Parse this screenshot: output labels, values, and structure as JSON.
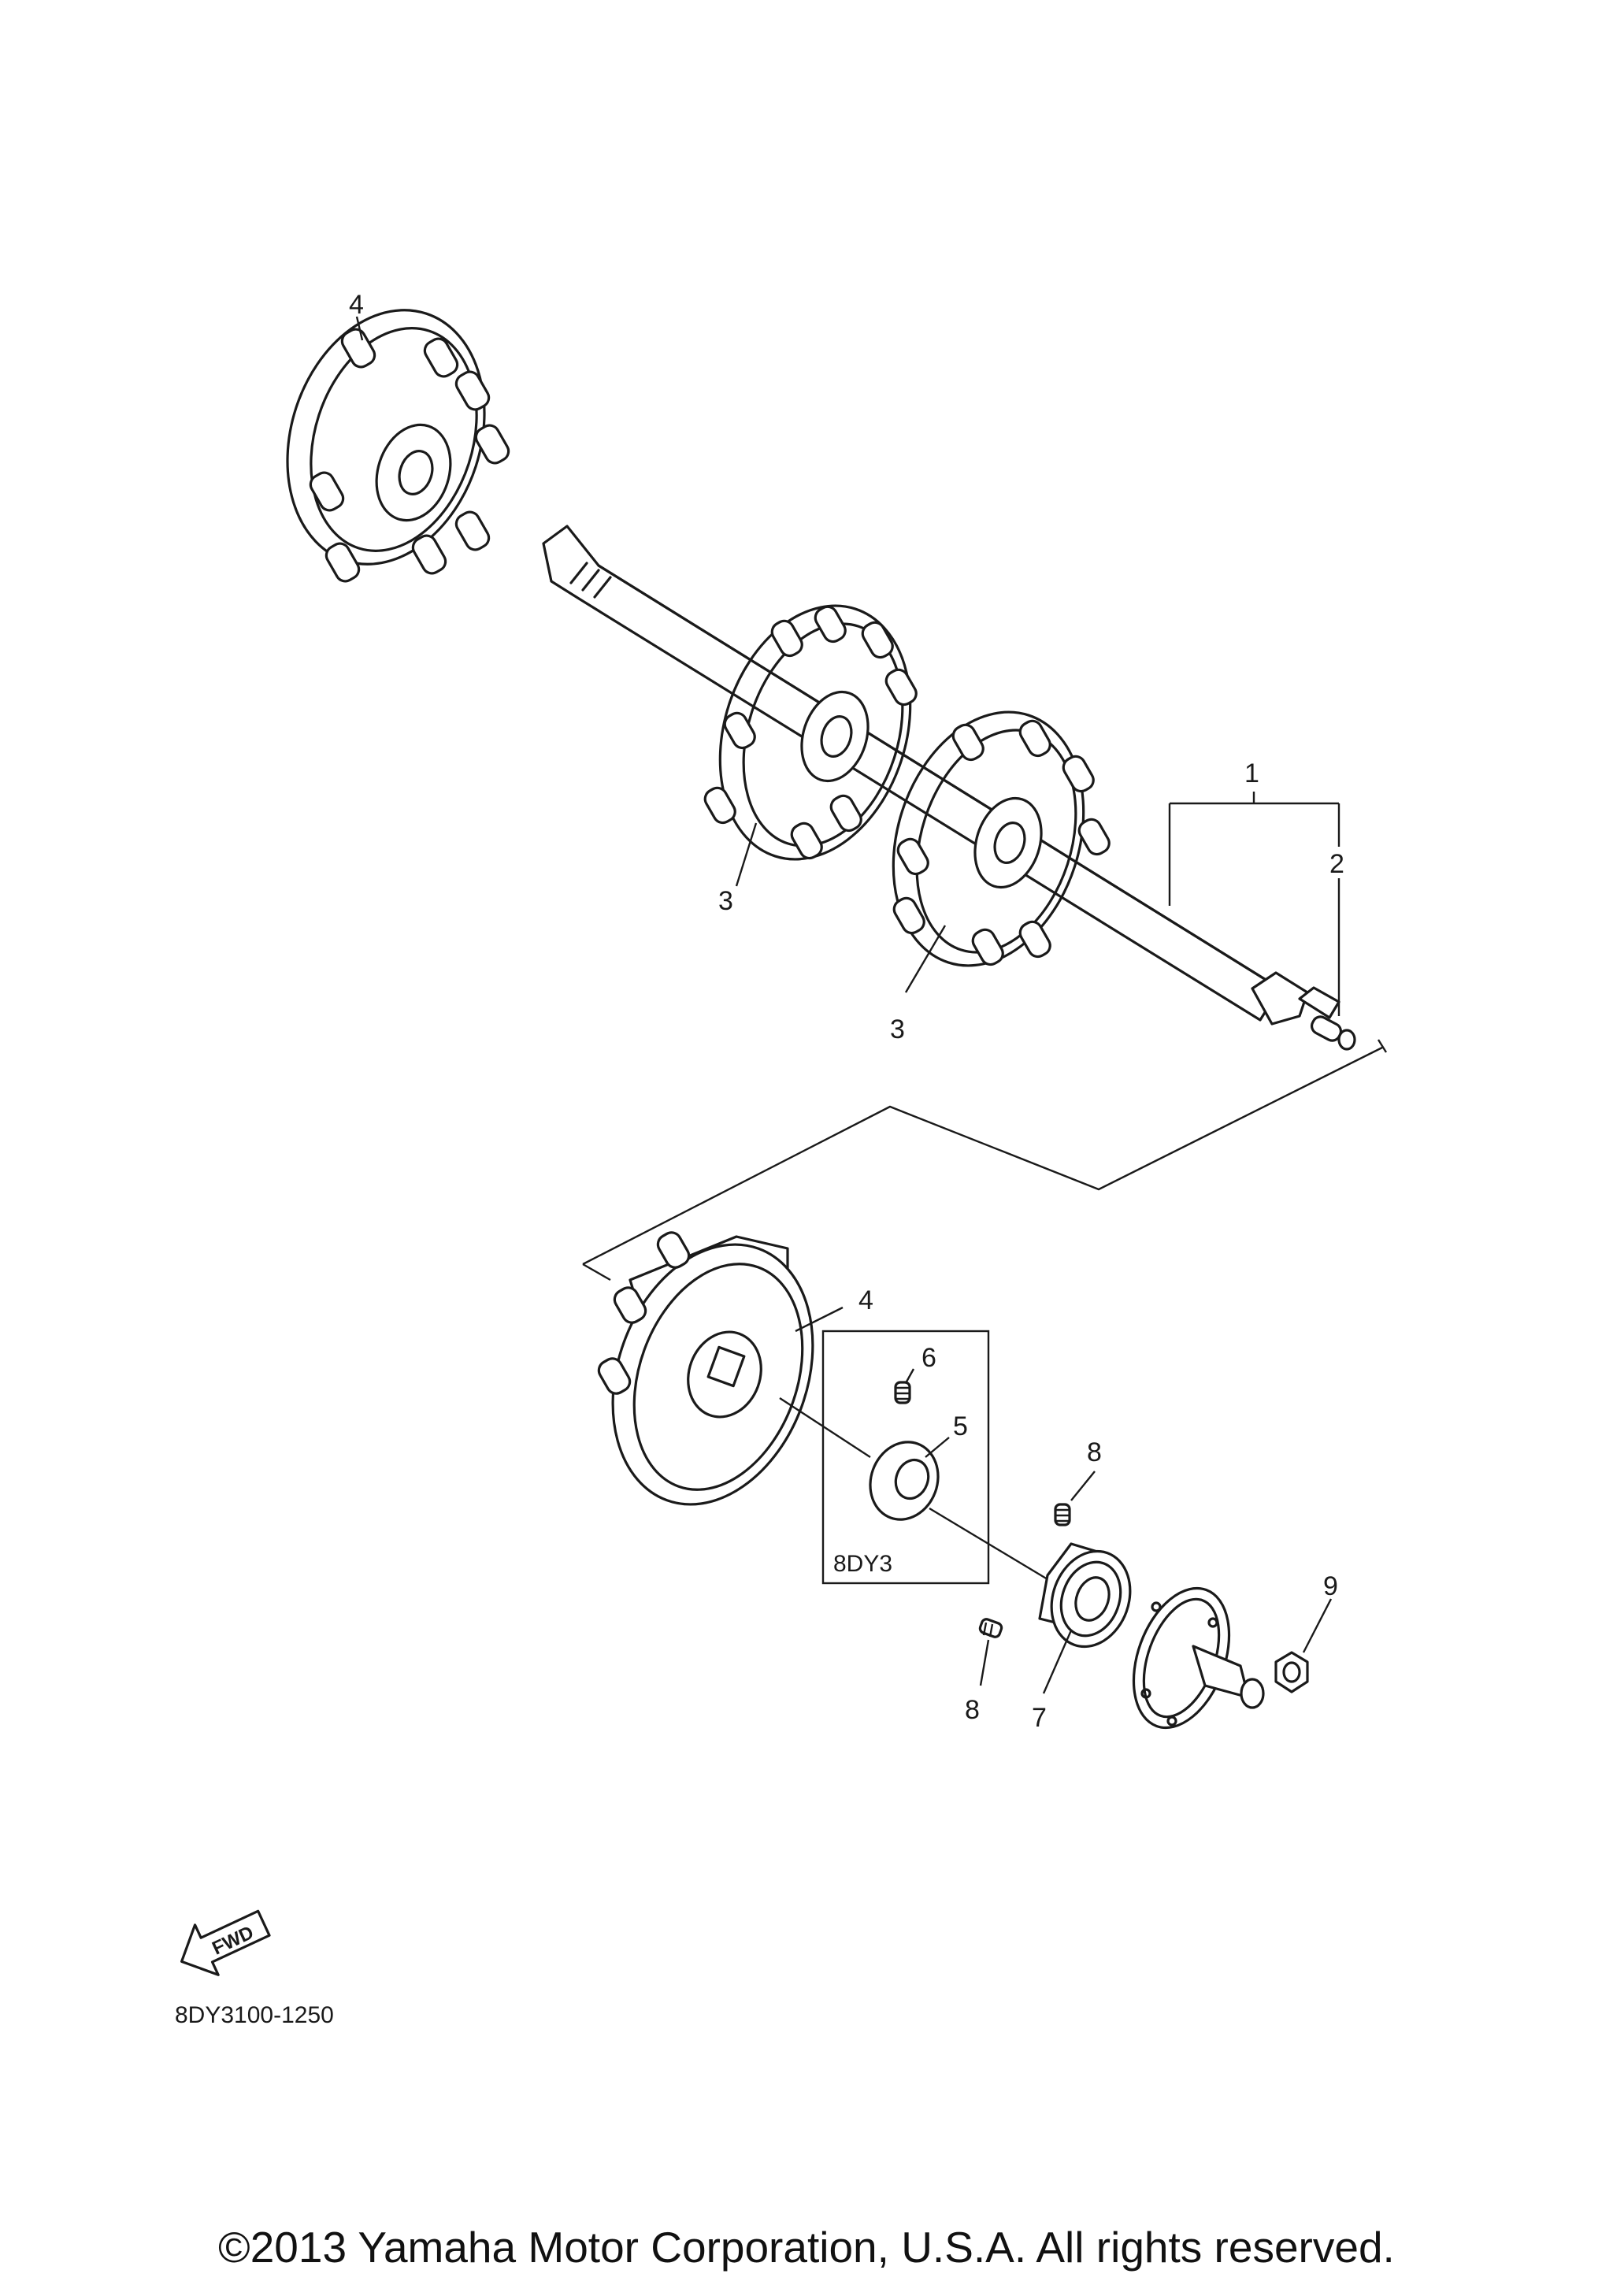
{
  "diagram": {
    "callouts": [
      {
        "id": "c1",
        "label": "1"
      },
      {
        "id": "c2",
        "label": "2"
      },
      {
        "id": "c3a",
        "label": "3"
      },
      {
        "id": "c3b",
        "label": "3"
      },
      {
        "id": "c4a",
        "label": "4"
      },
      {
        "id": "c4b",
        "label": "4"
      },
      {
        "id": "c5",
        "label": "5"
      },
      {
        "id": "c6",
        "label": "6"
      },
      {
        "id": "c7",
        "label": "7"
      },
      {
        "id": "c8a",
        "label": "8"
      },
      {
        "id": "c8b",
        "label": "8"
      },
      {
        "id": "c9",
        "label": "9"
      }
    ],
    "variant_box_label": "8DY3",
    "fwd_badge": "FWD",
    "figure_code": "8DY3100-1250"
  },
  "footer": {
    "copyright": "©2013 Yamaha Motor Corporation, U.S.A. All rights reserved."
  }
}
